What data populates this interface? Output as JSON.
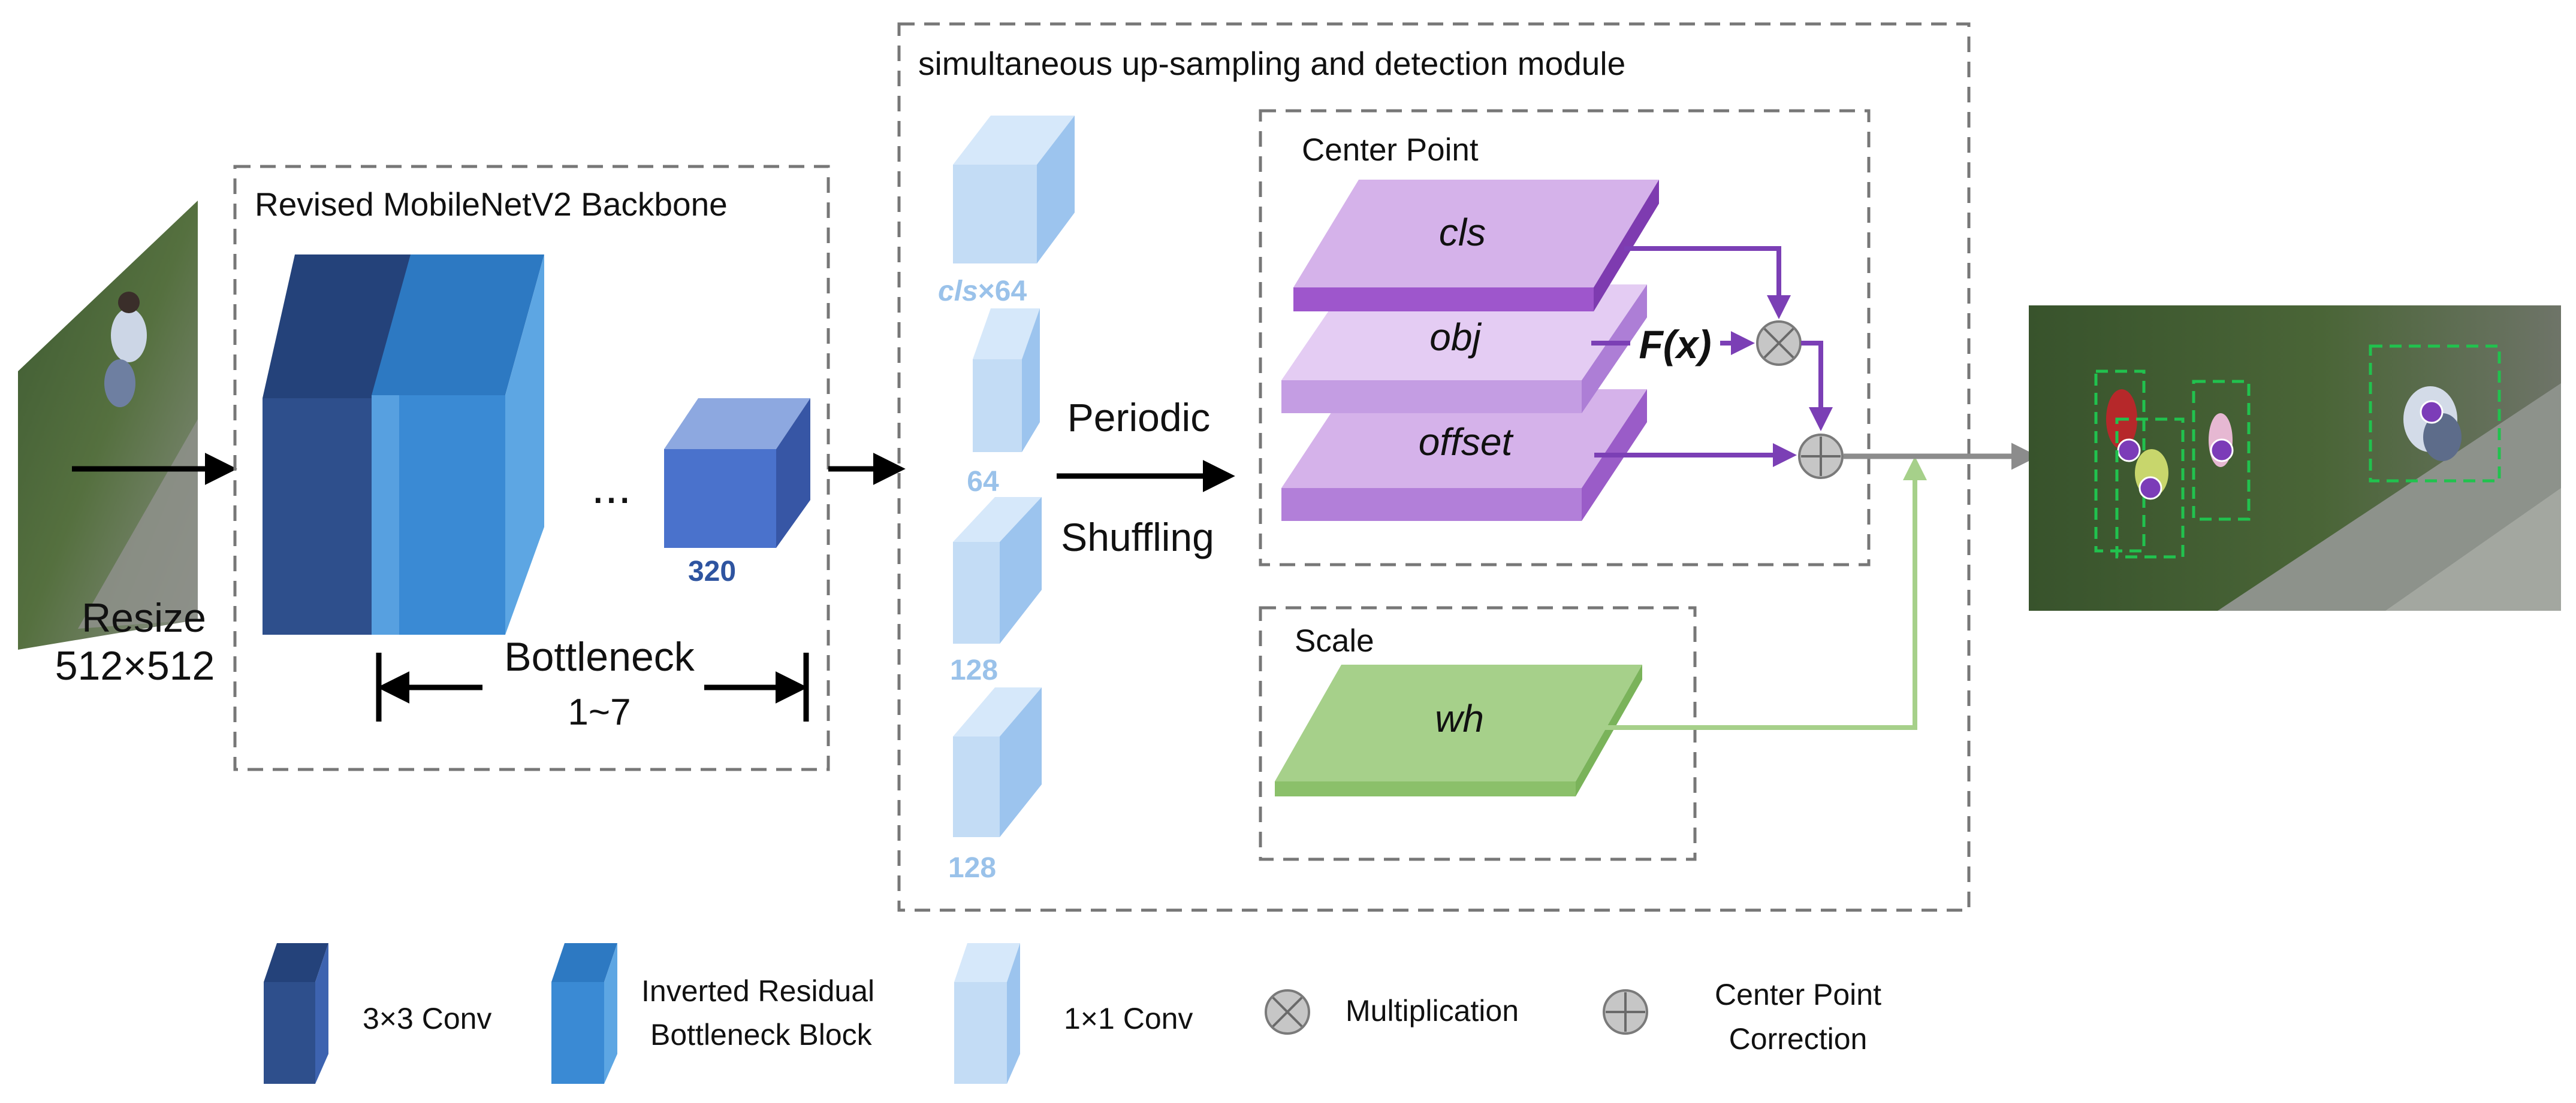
{
  "input": {
    "resize_label": "Resize",
    "resize_size": "512×512"
  },
  "backbone": {
    "title": "Revised MobileNetV2 Backbone",
    "ellipsis": "...",
    "feature_label": "320",
    "bottleneck_label": "Bottleneck",
    "bottleneck_range": "1~7"
  },
  "module": {
    "title": "simultaneous up-sampling and detection module",
    "features": [
      {
        "label_prefix": "cls",
        "label_suffix": "×64"
      },
      {
        "label": "64"
      },
      {
        "label": "128"
      },
      {
        "label": "128"
      }
    ],
    "shuffle_line1": "Periodic",
    "shuffle_line2": "Shuffling",
    "center_point": {
      "title": "Center Point",
      "layers": [
        "cls",
        "obj",
        "offset"
      ],
      "fx_label": "F(x)"
    },
    "scale": {
      "title": "Scale",
      "layer": "wh"
    }
  },
  "legend": {
    "conv3": "3×3 Conv",
    "irb_line1": "Inverted Residual",
    "irb_line2": "Bottleneck Block",
    "conv1": "1×1 Conv",
    "mult": "Multiplication",
    "cpc_line1": "Center Point",
    "cpc_line2": "Correction"
  },
  "colors": {
    "dark_blue": "#2E4F8C",
    "mid_blue": "#3A8AD4",
    "light_blue": "#B9D6F2",
    "purple": "#7B3FB5",
    "lavender": "#D5B2EA",
    "green": "#A6D08A",
    "gray": "#8C8C8C"
  }
}
